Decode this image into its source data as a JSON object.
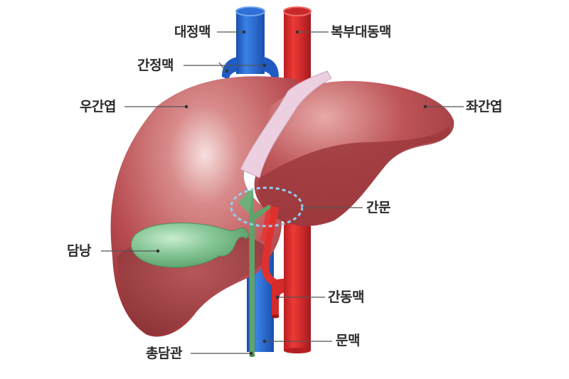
{
  "diagram": {
    "type": "anatomy",
    "subject": "liver",
    "colors": {
      "liver": "#b5474c",
      "liver_dark": "#8e3236",
      "liver_highlight": "#f3d6d4",
      "vein_blue": "#2061c9",
      "artery_red": "#d42a2a",
      "gallbladder_green": "#7cbf8c",
      "bile_duct_green": "#5fa36a",
      "ligament": "#e9c7d9",
      "porta_circle": "#8fd0f0",
      "leader_line": "#555555"
    },
    "labels": {
      "inferior_vena_cava": "대정맥",
      "abdominal_aorta": "복부대동맥",
      "hepatic_vein": "간정맥",
      "right_lobe": "우간엽",
      "left_lobe": "좌간엽",
      "porta_hepatis": "간문",
      "gallbladder": "담낭",
      "hepatic_artery": "간동맥",
      "portal_vein": "문맥",
      "common_bile_duct": "총담관"
    }
  }
}
